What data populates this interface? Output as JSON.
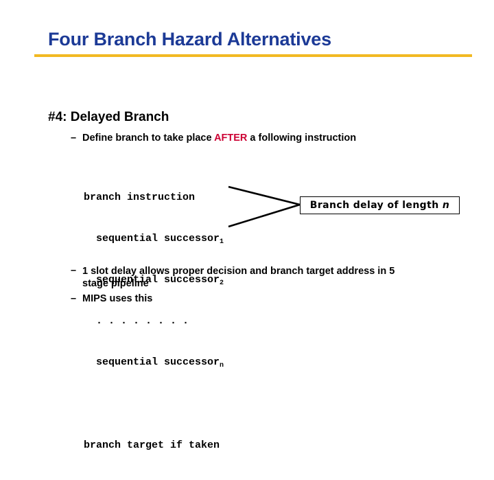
{
  "slide": {
    "title": "Four Branch Hazard Alternatives",
    "heading": "#4: Delayed Branch",
    "colors": {
      "title_blue": "#1c3a96",
      "rule_gold": "#f2b922",
      "accent_red": "#cc0033",
      "body_black": "#000000",
      "background": "#ffffff"
    },
    "bullets": [
      {
        "dash": "–",
        "text_before": "Define branch to take place ",
        "emphasis": "AFTER",
        "text_after": " a following instruction"
      },
      {
        "dash": "–",
        "text": "1 slot delay allows proper decision and branch target address in 5 stage pipeline"
      },
      {
        "dash": "–",
        "text": "MIPS uses this"
      }
    ],
    "code_block": {
      "lines": [
        {
          "text": "branch instruction",
          "sub": ""
        },
        {
          "text": "  sequential successor",
          "sub": "1"
        },
        {
          "text": "  sequential successor",
          "sub": "2"
        },
        {
          "text": "  . . . . . . . .",
          "sub": ""
        },
        {
          "text": "  sequential successor",
          "sub": "n"
        },
        {
          "text": "branch target if taken",
          "sub": ""
        }
      ]
    },
    "callout": {
      "text_before": "Branch delay of length ",
      "italic": "n"
    }
  }
}
